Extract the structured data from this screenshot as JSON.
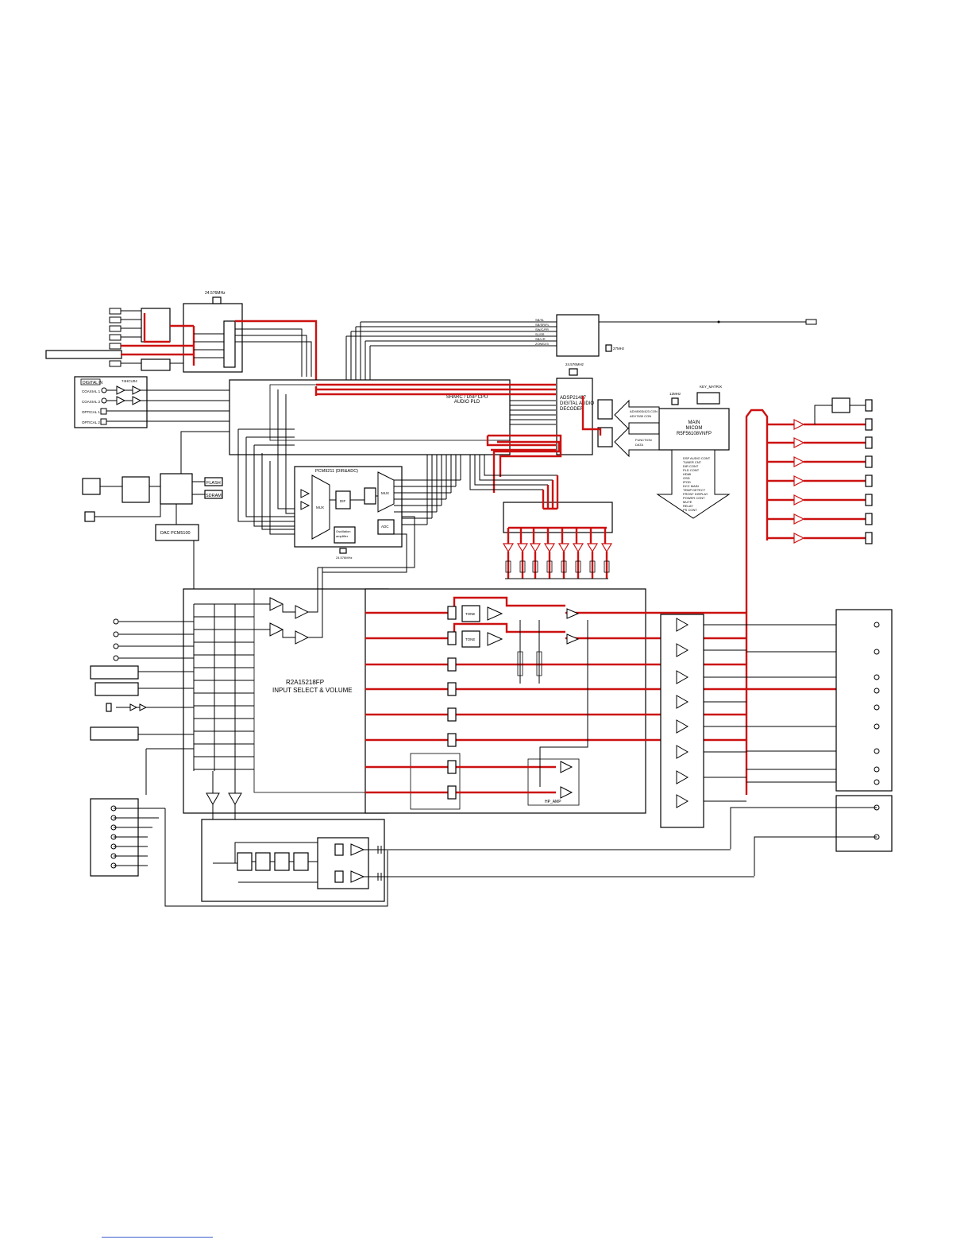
{
  "blocks": {
    "crystal_top": "24.576MHz",
    "digital_in": "DIGITAL IN",
    "coaxial_1": "COAXIAL 1",
    "coaxial_2": "COAXIAL 2",
    "optical_1": "OPTICAL 1",
    "optical_2": "OPTICAL 2",
    "buffer": "74HCU04",
    "dsp_line1": "SHARC / DSP CPU",
    "dsp_line2": "AUDIO PLD",
    "decoder_line1": "ADSP21487",
    "decoder_line2": "DIGITAL AUDIO",
    "decoder_line3": "DECODER",
    "decoder_crystal": "24.576MHz",
    "dir_title": "PCM9211 (DIR&ADC)",
    "mux1": "MUX",
    "dif": "DIF",
    "mux2": "MUX",
    "adc": "ADC",
    "osc_line1": "Oscillation",
    "osc_line2": "amplifier",
    "dir_crystal": "24.576MHz",
    "flash": "FLASH",
    "sdram": "SDRAM",
    "dac": "DAC PCM5100",
    "micom_line1": "MAIN",
    "micom_line2": "MICOM",
    "micom_line3": "R5F56108VNFP",
    "micom_crystal": "12MHz",
    "key_matrix": "KEY_MATRIX",
    "micom_arrow1_l1": "ADV8003/423 CON",
    "micom_arrow1_l2": "ADV7630 CON",
    "micom_arrow2_l1": "FUNCTION",
    "micom_arrow2_l2": "DATA",
    "micom_out": [
      "DSP AUDIO CONT",
      "TUNER CNT",
      "DIR CONT",
      "PLD CONT",
      "HDMI",
      "OSD",
      "IPOD",
      "DCC MAIN",
      "TEMP DETECT",
      "FRONT DISPLAY",
      "POWER CONT",
      "MUTE",
      "RELAY",
      "PS CONT"
    ],
    "clock_crystal": "27MHz",
    "bus_labels": [
      "SB/SL",
      "SB/SR/FL",
      "SW/C/FR",
      "SL/SR",
      "SB/L/R",
      "ZONE2/3"
    ],
    "selector_line1": "R2A15218FP",
    "selector_line2": "INPUT SELECT & VOLUME",
    "tone": "TONE",
    "hp_amp": "HP_AMP"
  },
  "colors": {
    "signal_path": "#cc1111",
    "wiring": "#000000"
  }
}
